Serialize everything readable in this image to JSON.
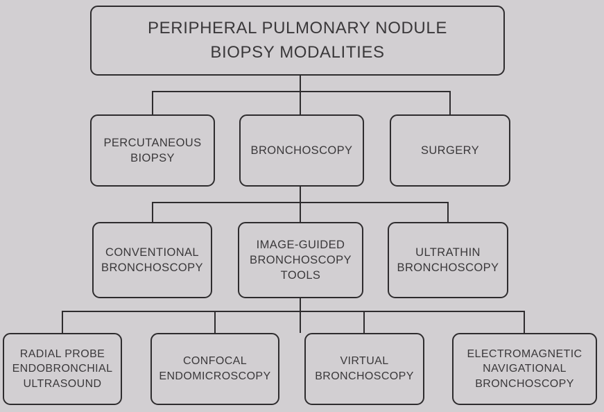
{
  "canvas": {
    "background_color": "#d2cfd2",
    "line_color": "#2e2c2e",
    "text_color": "#3a383a"
  },
  "diagram": {
    "root": {
      "label": "PERIPHERAL PULMONARY NODULE BIOPSY MODALITIES"
    },
    "level2": [
      {
        "label": "PERCUTANEOUS BIOPSY"
      },
      {
        "label": "BRONCHOSCOPY"
      },
      {
        "label": "SURGERY"
      }
    ],
    "level3": [
      {
        "label": "CONVENTIONAL BRONCHOSCOPY"
      },
      {
        "label": "IMAGE-GUIDED BRONCHOSCOPY TOOLS"
      },
      {
        "label": "ULTRATHIN BRONCHOSCOPY"
      }
    ],
    "level4": [
      {
        "label": "RADIAL PROBE ENDOBRONCHIAL ULTRASOUND"
      },
      {
        "label": "CONFOCAL ENDOMICROSCOPY"
      },
      {
        "label": "VIRTUAL BRONCHOSCOPY"
      },
      {
        "label": "ELECTROMAGNETIC NAVIGATIONAL BRONCHOSCOPY"
      }
    ],
    "edges": [
      {
        "from": "PERIPHERAL PULMONARY NODULE BIOPSY MODALITIES",
        "to": "PERCUTANEOUS BIOPSY"
      },
      {
        "from": "PERIPHERAL PULMONARY NODULE BIOPSY MODALITIES",
        "to": "BRONCHOSCOPY"
      },
      {
        "from": "PERIPHERAL PULMONARY NODULE BIOPSY MODALITIES",
        "to": "SURGERY"
      },
      {
        "from": "BRONCHOSCOPY",
        "to": "CONVENTIONAL BRONCHOSCOPY"
      },
      {
        "from": "BRONCHOSCOPY",
        "to": "IMAGE-GUIDED BRONCHOSCOPY TOOLS"
      },
      {
        "from": "BRONCHOSCOPY",
        "to": "ULTRATHIN BRONCHOSCOPY"
      },
      {
        "from": "IMAGE-GUIDED BRONCHOSCOPY TOOLS",
        "to": "RADIAL PROBE ENDOBRONCHIAL ULTRASOUND"
      },
      {
        "from": "IMAGE-GUIDED BRONCHOSCOPY TOOLS",
        "to": "CONFOCAL ENDOMICROSCOPY"
      },
      {
        "from": "IMAGE-GUIDED BRONCHOSCOPY TOOLS",
        "to": "VIRTUAL BRONCHOSCOPY"
      },
      {
        "from": "IMAGE-GUIDED BRONCHOSCOPY TOOLS",
        "to": "ELECTROMAGNETIC NAVIGATIONAL BRONCHOSCOPY"
      }
    ]
  }
}
